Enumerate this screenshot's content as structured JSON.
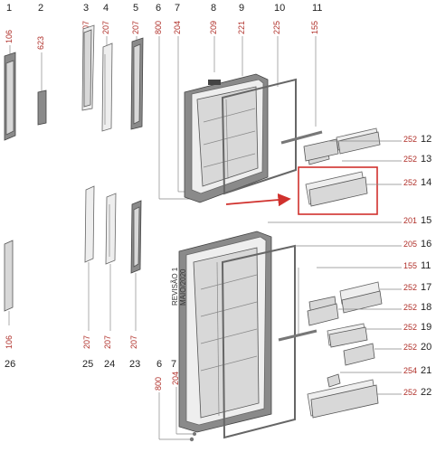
{
  "top_numbers": [
    "1",
    "2",
    "3",
    "4",
    "5",
    "6",
    "7",
    "8",
    "9",
    "10",
    "11"
  ],
  "top_codes": [
    "106",
    "623",
    "207",
    "207",
    "207",
    "800",
    "204",
    "209",
    "221",
    "225",
    "155"
  ],
  "right_rows": [
    {
      "code": "252",
      "num": "12"
    },
    {
      "code": "252",
      "num": "13"
    },
    {
      "code": "252",
      "num": "14"
    },
    {
      "code": "201",
      "num": "15"
    },
    {
      "code": "205",
      "num": "16"
    },
    {
      "code": "155",
      "num": "11"
    },
    {
      "code": "252",
      "num": "17"
    },
    {
      "code": "252",
      "num": "18"
    },
    {
      "code": "252",
      "num": "19"
    },
    {
      "code": "252",
      "num": "20"
    },
    {
      "code": "254",
      "num": "21"
    },
    {
      "code": "252",
      "num": "22"
    }
  ],
  "bottom_codes": [
    "106",
    "207",
    "207",
    "207",
    "800",
    "204"
  ],
  "bottom_numbers": [
    "26",
    "25",
    "24",
    "23",
    "6",
    "7"
  ],
  "revision": [
    "REVISÃO 1",
    "MAIO/2020"
  ],
  "highlight_color": "#d0312d"
}
